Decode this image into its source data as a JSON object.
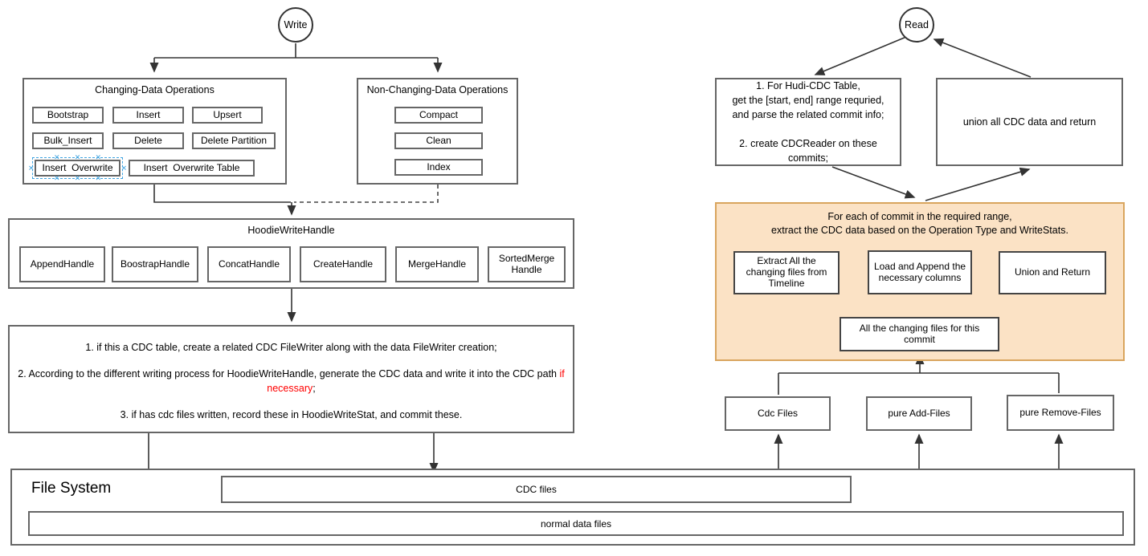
{
  "write": {
    "entry_label": "Write",
    "changing": {
      "title": "Changing-Data Operations",
      "ops": [
        "Bootstrap",
        "Insert",
        "Upsert",
        "Bulk_Insert",
        "Delete",
        "Delete Partition",
        "Insert  Overwrite",
        "Insert  Overwrite Table"
      ]
    },
    "non_changing": {
      "title": "Non-Changing-Data Operations",
      "ops": [
        "Compact",
        "Clean",
        "Index"
      ]
    },
    "handle": {
      "title": "HoodieWriteHandle",
      "handles": [
        "AppendHandle",
        "BoostrapHandle",
        "ConcatHandle",
        "CreateHandle",
        "MergeHandle",
        "SortedMerge\nHandle"
      ]
    },
    "steps": {
      "step1": "1. if this a CDC table, create a related CDC FileWriter along with the data FileWriter creation;",
      "step2_pre": "2. According to the different writing process for HoodieWriteHandle, generate the CDC data and write it into the CDC path ",
      "step2_red": "if necessary",
      "step2_post": ";",
      "step3": "3. if has cdc files written, record these in HoodieWriteStat, and commit these."
    }
  },
  "read": {
    "entry_label": "Read",
    "prepare": "1. For Hudi-CDC Table,\nget the [start, end] range requried,\nand parse the related commit info;\n\n2. create CDCReader on these\ncommits;",
    "union_return": "union all CDC data and return",
    "per_commit": {
      "title": "For each of commit in the required range,\nextract the CDC data based on the Operation Type and WriteStats.",
      "extract": "Extract All the\nchanging files from\nTimeline",
      "load_append": "Load and Append the\nnecessary columns",
      "union": "Union and Return",
      "all_changing": "All the changing files for this\ncommit"
    },
    "file_groups": [
      "Cdc Files",
      "pure Add-Files",
      "pure Remove-Files"
    ]
  },
  "file_system": {
    "title": "File System",
    "cdc_files": "CDC files",
    "normal_files": "normal data files"
  },
  "colors": {
    "highlight_fill": "#fbe2c5",
    "highlight_stroke": "#d9a55e",
    "selection_blue": "#3da2e0",
    "red_text": "#ff0000"
  }
}
